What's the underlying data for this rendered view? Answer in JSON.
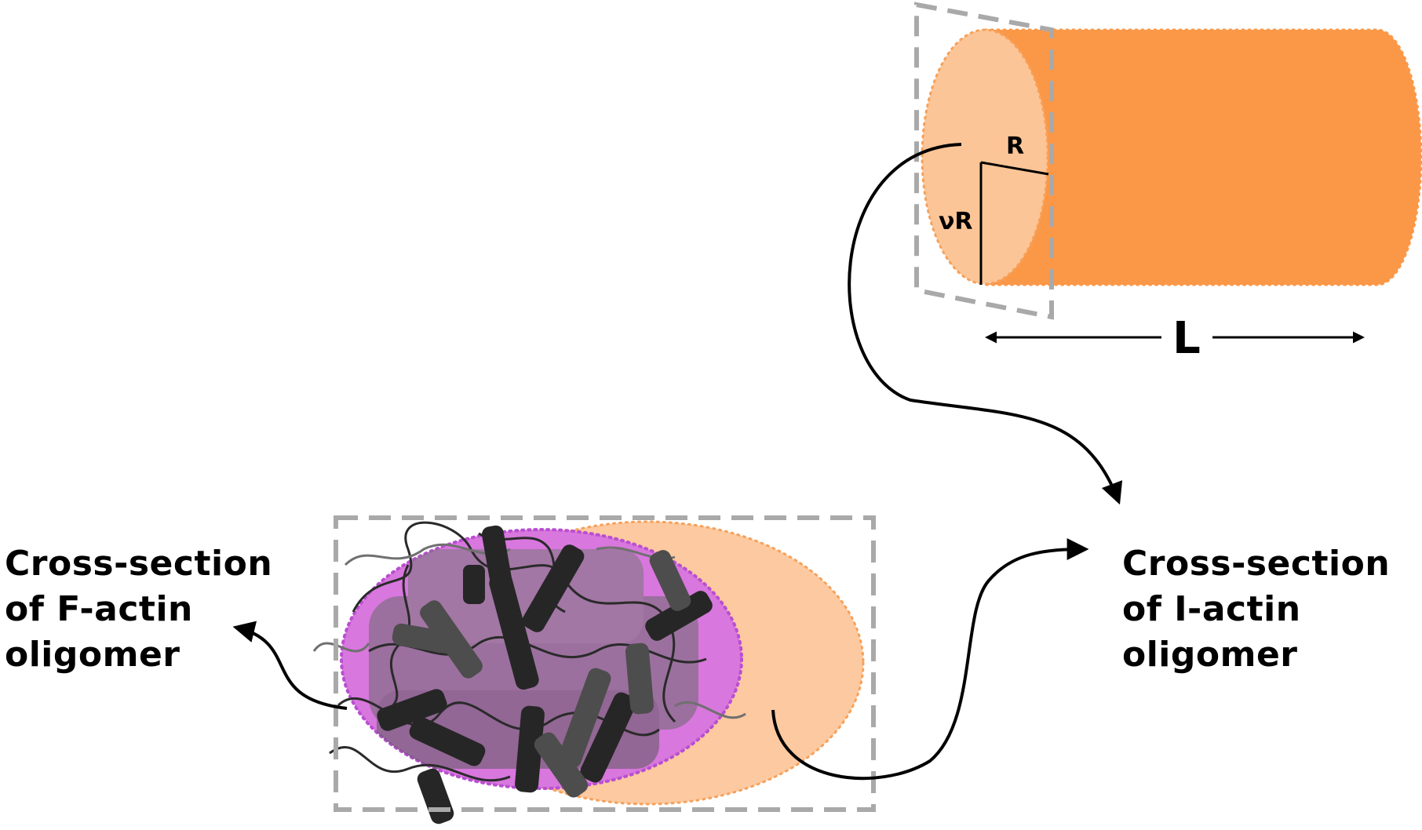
{
  "labels": {
    "radius": "R",
    "aspect_radius": "νR",
    "length": "L"
  },
  "captions": {
    "f_actin": [
      "Cross-section",
      "of F-actin",
      "oligomer"
    ],
    "i_actin": [
      "Cross-section",
      "of I-actin",
      "oligomer"
    ]
  },
  "colors": {
    "cylinder_body": "#fb9848",
    "cylinder_face": "#fcc597",
    "i_actin_section": "#fdc9a0",
    "f_actin_section": "#d877dd",
    "f_actin_dots": "#b94fd1",
    "dashed_frame": "#a9a9a9",
    "protein_dark": "#262626",
    "protein_mid": "#4d4d4d"
  },
  "icons": {
    "protein_structure": "cartoon of actin oligomer (helices and loops)"
  }
}
